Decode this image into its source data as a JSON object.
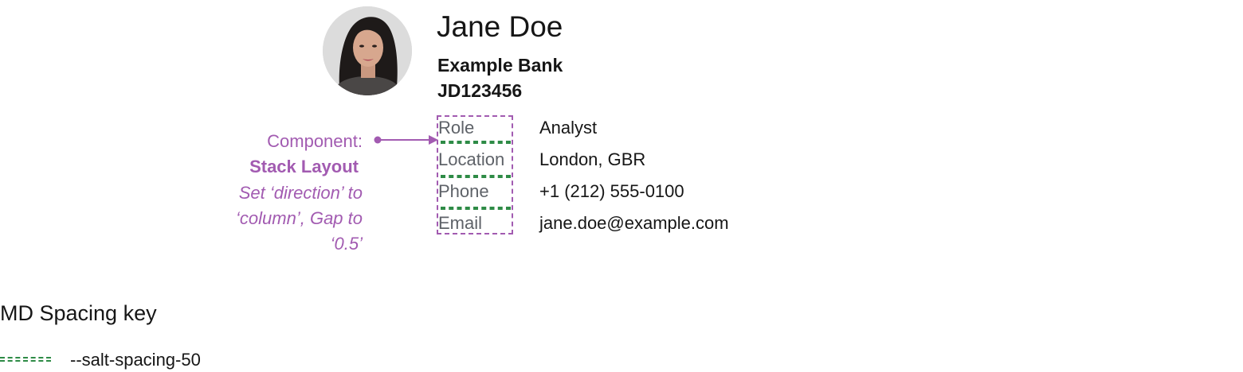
{
  "profile": {
    "name": "Jane Doe",
    "organization": "Example Bank",
    "id": "JD123456"
  },
  "fields": [
    {
      "label": "Role",
      "value": "Analyst"
    },
    {
      "label": "Location",
      "value": "London, GBR"
    },
    {
      "label": "Phone",
      "value": "+1 (212) 555-0100"
    },
    {
      "label": "Email",
      "value": "jane.doe@example.com"
    }
  ],
  "annotation": {
    "component_label": "Component:",
    "component_name": "Stack Layout",
    "description_lines": [
      "Set ‘direction’ to",
      "‘column’, Gap to",
      "‘0.5’"
    ]
  },
  "spacing_key": {
    "title": "MD Spacing key",
    "items": [
      {
        "token": "--salt-spacing-50"
      }
    ]
  },
  "colors": {
    "annotation": "#a25bb1",
    "spacing": "#2e8b46",
    "label_text": "#5e6268",
    "primary_text": "#161616"
  }
}
